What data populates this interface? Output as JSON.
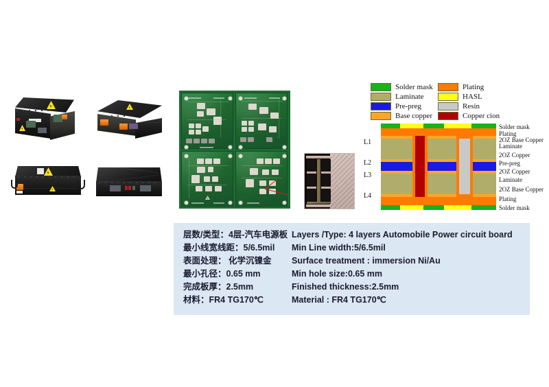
{
  "photos": {
    "alt_group": "automobile power battery pack enclosures",
    "items": [
      {
        "name": "battery-pack-front-three-quarter"
      },
      {
        "name": "battery-pack-rear-three-quarter"
      },
      {
        "name": "battery-pack-side-with-handles"
      },
      {
        "name": "battery-pack-top-flat"
      }
    ]
  },
  "pcb_photo": {
    "name": "pcb-panel-photo",
    "description": "green 4-up automobile power circuit board panel"
  },
  "microsection_photo": {
    "name": "microsection-photo",
    "description": "plated through hole cross-section micrograph"
  },
  "legend": {
    "title": "",
    "columns": [
      [
        {
          "label": "Solder mask",
          "color": "#18b318",
          "icon": "solder-mask-swatch"
        },
        {
          "label": "Laminate",
          "color": "#b0ad6a",
          "icon": "laminate-swatch"
        },
        {
          "label": "Pre-preg",
          "color": "#1a1ae6",
          "icon": "pre-preg-swatch"
        },
        {
          "label": "Base copper",
          "color": "#ffa626",
          "icon": "base-copper-swatch"
        }
      ],
      [
        {
          "label": "Plating",
          "color": "#ff7a00",
          "icon": "plating-swatch"
        },
        {
          "label": "HASL",
          "color": "#ffff1a",
          "icon": "hasl-swatch"
        },
        {
          "label": "Resin",
          "color": "#c9c9c9",
          "icon": "resin-swatch"
        },
        {
          "label": "Copper cion",
          "color": "#b00000",
          "icon": "copper-cion-swatch"
        }
      ]
    ]
  },
  "stackup": {
    "layer_marks": [
      "L1",
      "L2",
      "L3",
      "L4"
    ],
    "right_labels": [
      "Solder mask",
      "Plating",
      "2OZ Base Copper",
      "Laminate",
      "2OZ Copper",
      "Pre-preg",
      "2OZ Copper",
      "Laminate",
      "2OZ Base Copper",
      "Plating",
      "Solder mask"
    ]
  },
  "spec": {
    "chinese": [
      "层数/类型：4层-汽车电源板",
      "最小线宽线距：5/6.5mil",
      "表面处理： 化学沉镍金",
      "最小孔径：0.65 mm",
      "完成板厚：2.5mm",
      "材料：FR4 TG170℃"
    ],
    "english": [
      "Layers /Type: 4 layers Automobile Power circuit board",
      "Min  Line width:5/6.5mil",
      "Surface treatment : immersion Ni/Au",
      "Min hole size:0.65 mm",
      "Finished thickness:2.5mm",
      "Material : FR4 TG170℃"
    ],
    "background_color": "#dbe7f3"
  }
}
